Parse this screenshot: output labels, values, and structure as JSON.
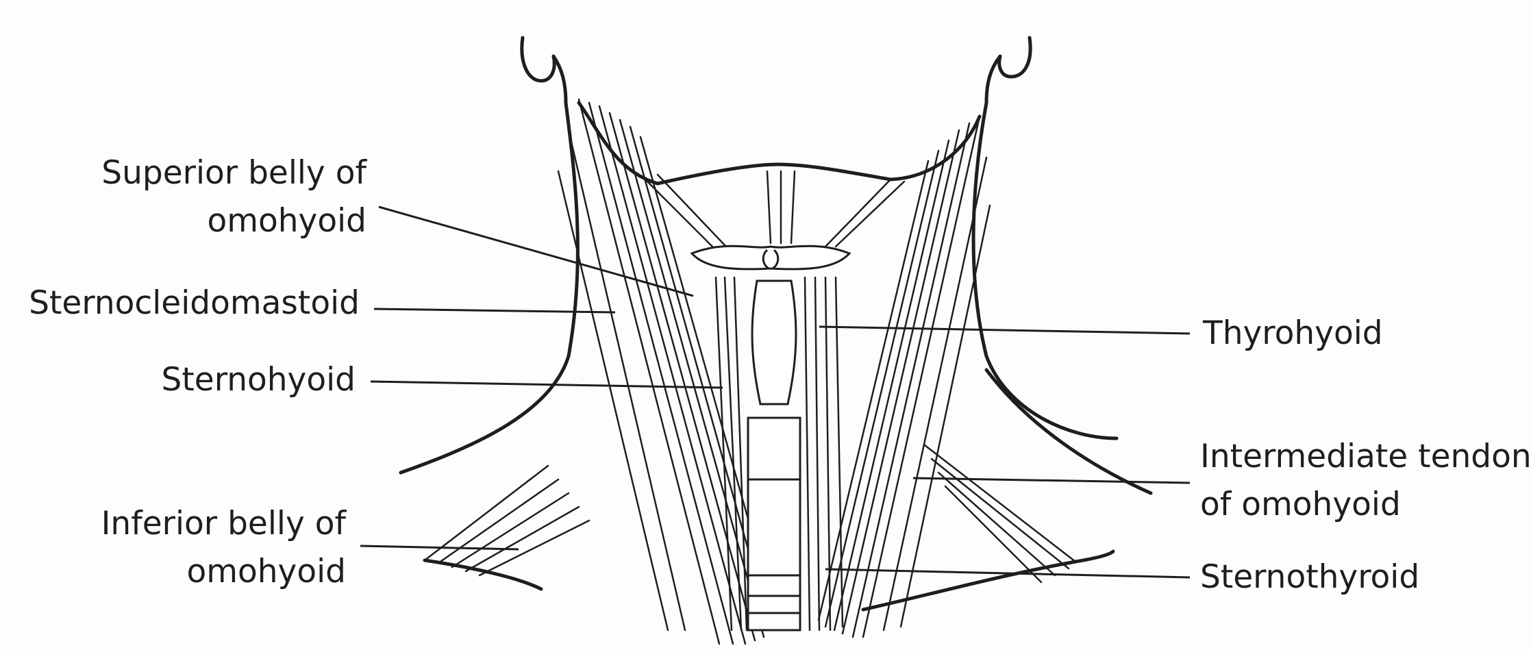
{
  "labels": {
    "superior_belly_line1": "Superior belly of",
    "superior_belly_line2": "omohyoid",
    "sternocleidomastoid": "Sternocleidomastoid",
    "sternohyoid": "Sternohyoid",
    "inferior_belly_line1": "Inferior belly of",
    "inferior_belly_line2": "omohyoid",
    "thyrohyoid": "Thyrohyoid",
    "intermediate_tendon_line1": "Intermediate tendon",
    "intermediate_tendon_line2": "of omohyoid",
    "sternothyroid": "Sternothyroid"
  },
  "colors": {
    "ink": "#1e1e1e",
    "paper": "#fdfdfc"
  }
}
